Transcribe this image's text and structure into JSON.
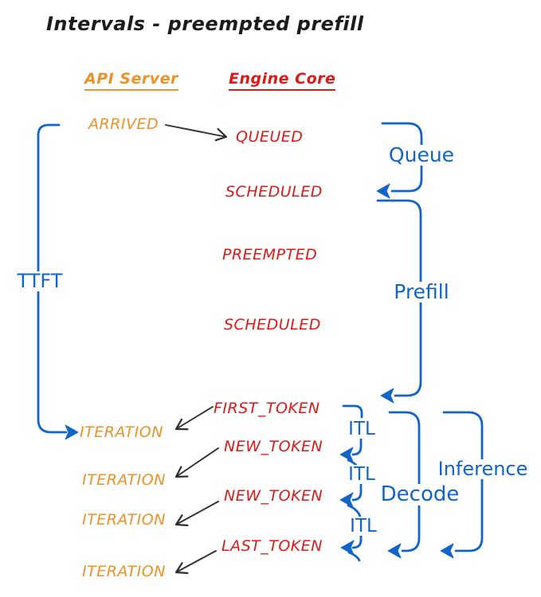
{
  "title": "Intervals - preempted prefill",
  "columns": {
    "api_server": {
      "label": "API Server"
    },
    "engine_core": {
      "label": "Engine Core"
    }
  },
  "api_server_events": [
    {
      "label": "ARRIVED"
    },
    {
      "label": "ITERATION"
    },
    {
      "label": "ITERATION"
    },
    {
      "label": "ITERATION"
    },
    {
      "label": "ITERATION"
    }
  ],
  "engine_core_events": [
    {
      "label": "QUEUED"
    },
    {
      "label": "SCHEDULED"
    },
    {
      "label": "PREEMPTED"
    },
    {
      "label": "SCHEDULED"
    },
    {
      "label": "FIRST_TOKEN"
    },
    {
      "label": "NEW_TOKEN"
    },
    {
      "label": "NEW_TOKEN"
    },
    {
      "label": "LAST_TOKEN"
    }
  ],
  "intervals": {
    "ttft": {
      "label": "TTFT"
    },
    "queue": {
      "label": "Queue"
    },
    "prefill": {
      "label": "Prefill"
    },
    "itl_1": {
      "label": "ITL"
    },
    "itl_2": {
      "label": "ITL"
    },
    "itl_3": {
      "label": "ITL"
    },
    "decode": {
      "label": "Decode"
    },
    "inference": {
      "label": "Inference"
    }
  },
  "colors": {
    "api_server_text": "#ec9227",
    "engine_core_text": "#dc1a17",
    "interval_blue": "#1164c8",
    "connector_black": "#2e2e2e",
    "background": "#ffffff"
  }
}
